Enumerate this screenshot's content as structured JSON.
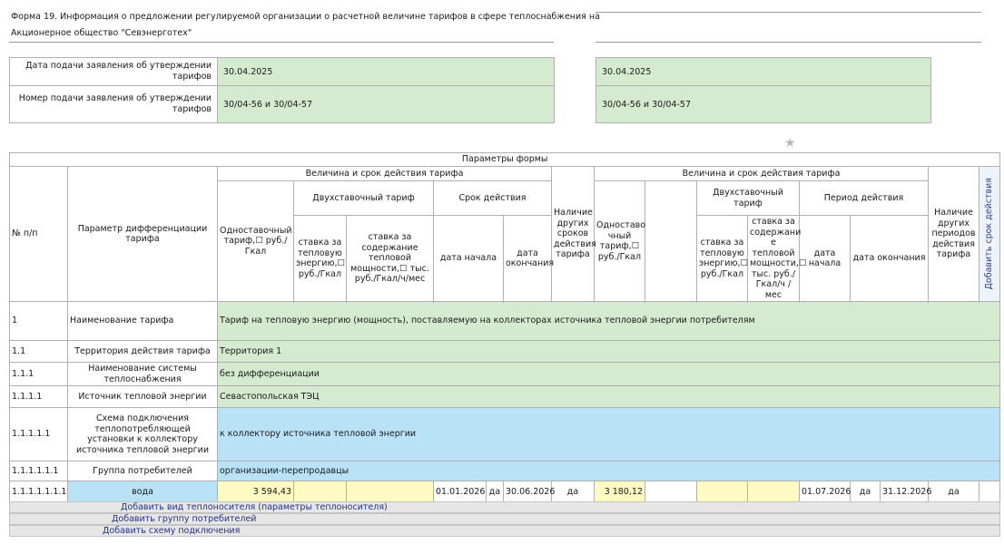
{
  "header": {
    "title_line1": "Форма 19. Информация о предложении регулируемой организации о расчетной величине тарифов в сфере теплоснабжения на",
    "title_line2": "Акционерное общество \"Севэнерготех\""
  },
  "application": {
    "date_label": "Дата подачи заявления об утверждении тарифов",
    "date_value": "30.04.2025",
    "date_value_right": "30.04.2025",
    "number_label": "Номер подачи заявления об утверждении тарифов",
    "number_value": "30/04-56 и 30/04-57",
    "number_value_right": "30/04-56 и 30/04-57"
  },
  "grid": {
    "params_title": "Параметры формы",
    "col_num": "№ п/п",
    "col_param": "Параметр дифференциации тарифа",
    "p1": {
      "group": "Величина и срок действия тарифа",
      "single": "Одноставочный тариф,☐ руб./Гкал",
      "two_part": "Двухставочный тариф",
      "rate_energy": "ставка за тепловую энергию,☐ руб./Гкал",
      "rate_capacity": "ставка за содержание тепловой мощности,☐ тыс. руб./Гкал/ч/мес",
      "validity": "Срок действия",
      "start": "дата начала",
      "end": "дата окончания",
      "other": "Наличие других сроков действия тарифа"
    },
    "p2": {
      "group": "Величина и срок действия тарифа",
      "single": "Одноставо чный тариф,☐ руб./Гкал",
      "two_part": "Двухставочный тариф",
      "rate_energy": "ставка за тепловую энергию,☐ руб./Гкал",
      "rate_capacity": "ставка за содержани е тепловой мощности,☐ тыс. руб./Гкал/ч /мес",
      "validity": "Период действия",
      "start": "дата начала",
      "end": "дата окончания",
      "other": "Наличие других периодов действия тарифа"
    },
    "add_period": "Добавить срок действия",
    "rows": [
      {
        "num": "1",
        "param": "Наименование тарифа",
        "value": "Тариф на тепловую энергию (мощность), поставляемую на коллекторах источника тепловой энергии потребителям"
      },
      {
        "num": "1.1",
        "param": "Территория действия тарифа",
        "value": "Территория 1"
      },
      {
        "num": "1.1.1",
        "param": "Наименование системы теплоснабжения",
        "value": "без дифференциации"
      },
      {
        "num": "1.1.1.1",
        "param": "Источник тепловой энергии",
        "value": "Севастопольская ТЭЦ"
      },
      {
        "num": "1.1.1.1.1",
        "param": "Схема подключения теплопотребляющей установки к коллектору источника тепловой энергии",
        "value": "к коллектору источника тепловой энергии"
      },
      {
        "num": "1.1.1.1.1.1",
        "param": "Группа потребителей",
        "value": "организации-перепродавцы"
      }
    ],
    "data_row": {
      "num": "1.1.1.1.1.1.1",
      "param": "вода",
      "single1": "3 594,43",
      "start1": "01.01.2026",
      "yes1": "да",
      "end1": "30.06.2026",
      "other1": "да",
      "single2": "3 180,12",
      "start2": "01.07.2026",
      "yes2": "да",
      "end2": "31.12.2026",
      "other2": "да"
    }
  },
  "actions": {
    "add_carrier": "Добавить вид теплоносителя (параметры теплоносителя)",
    "add_group": "Добавить группу потребителей",
    "add_scheme": "Добавить схему подключения"
  }
}
